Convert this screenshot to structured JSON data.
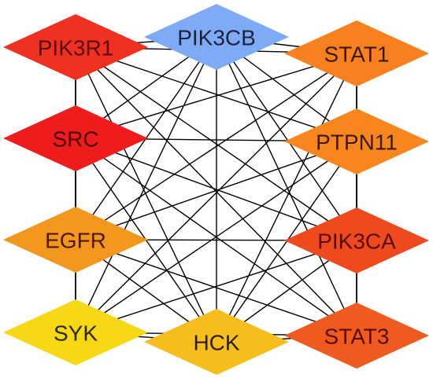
{
  "network": {
    "nodes": [
      {
        "id": "PIK3R1",
        "label": "PIK3R1",
        "fill": "#EE3120",
        "text_color": "#5A0A0A"
      },
      {
        "id": "PIK3CB",
        "label": "PIK3CB",
        "fill": "#7FAAF5",
        "text_color": "#1A2440"
      },
      {
        "id": "STAT1",
        "label": "STAT1",
        "fill": "#F8801E",
        "text_color": "#3A1A05"
      },
      {
        "id": "SRC",
        "label": "SRC",
        "fill": "#EE1C1C",
        "text_color": "#4A0606"
      },
      {
        "id": "PTPN11",
        "label": "PTPN11",
        "fill": "#F8861E",
        "text_color": "#3A1A05"
      },
      {
        "id": "EGFR",
        "label": "EGFR",
        "fill": "#F3961E",
        "text_color": "#4A1A05"
      },
      {
        "id": "PIK3CA",
        "label": "PIK3CA",
        "fill": "#EF4A1E",
        "text_color": "#5A0A0A"
      },
      {
        "id": "SYK",
        "label": "SYK",
        "fill": "#F7D814",
        "text_color": "#2A2A05"
      },
      {
        "id": "HCK",
        "label": "HCK",
        "fill": "#F6BD1C",
        "text_color": "#2A2005"
      },
      {
        "id": "STAT3",
        "label": "STAT3",
        "fill": "#EF5A1E",
        "text_color": "#5A0A0A"
      }
    ],
    "edges": [
      [
        "PIK3R1",
        "PIK3CB"
      ],
      [
        "PIK3R1",
        "STAT1"
      ],
      [
        "PIK3R1",
        "SRC"
      ],
      [
        "PIK3R1",
        "PTPN11"
      ],
      [
        "PIK3R1",
        "EGFR"
      ],
      [
        "PIK3R1",
        "PIK3CA"
      ],
      [
        "PIK3R1",
        "SYK"
      ],
      [
        "PIK3R1",
        "HCK"
      ],
      [
        "PIK3R1",
        "STAT3"
      ],
      [
        "PIK3CB",
        "STAT1"
      ],
      [
        "PIK3CB",
        "SRC"
      ],
      [
        "PIK3CB",
        "PTPN11"
      ],
      [
        "PIK3CB",
        "EGFR"
      ],
      [
        "PIK3CB",
        "PIK3CA"
      ],
      [
        "PIK3CB",
        "SYK"
      ],
      [
        "PIK3CB",
        "HCK"
      ],
      [
        "PIK3CB",
        "STAT3"
      ],
      [
        "STAT1",
        "SRC"
      ],
      [
        "STAT1",
        "PTPN11"
      ],
      [
        "STAT1",
        "EGFR"
      ],
      [
        "STAT1",
        "PIK3CA"
      ],
      [
        "STAT1",
        "SYK"
      ],
      [
        "STAT1",
        "HCK"
      ],
      [
        "STAT1",
        "STAT3"
      ],
      [
        "SRC",
        "PTPN11"
      ],
      [
        "SRC",
        "EGFR"
      ],
      [
        "SRC",
        "PIK3CA"
      ],
      [
        "SRC",
        "SYK"
      ],
      [
        "SRC",
        "HCK"
      ],
      [
        "SRC",
        "STAT3"
      ],
      [
        "PTPN11",
        "EGFR"
      ],
      [
        "PTPN11",
        "PIK3CA"
      ],
      [
        "PTPN11",
        "SYK"
      ],
      [
        "PTPN11",
        "HCK"
      ],
      [
        "PTPN11",
        "STAT3"
      ],
      [
        "EGFR",
        "PIK3CA"
      ],
      [
        "EGFR",
        "SYK"
      ],
      [
        "EGFR",
        "HCK"
      ],
      [
        "EGFR",
        "STAT3"
      ],
      [
        "PIK3CA",
        "SYK"
      ],
      [
        "PIK3CA",
        "HCK"
      ],
      [
        "PIK3CA",
        "STAT3"
      ],
      [
        "SYK",
        "HCK"
      ],
      [
        "SYK",
        "STAT3"
      ],
      [
        "HCK",
        "STAT3"
      ]
    ]
  }
}
